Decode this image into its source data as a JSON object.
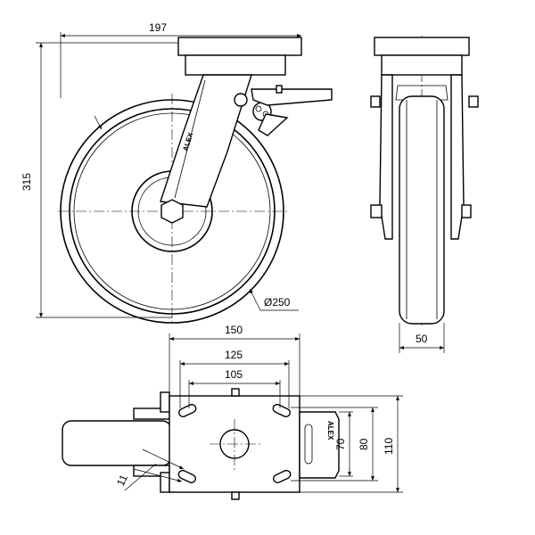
{
  "dimensions": {
    "overall_width": "197",
    "overall_height": "315",
    "wheel_diameter": "Ø250",
    "wheel_width": "50",
    "plate_length": "150",
    "bolt_spacing_outer": "125",
    "bolt_spacing_inner": "105",
    "bolt_hole_size": "11",
    "plate_width": "110",
    "bolt_spacing_cross_outer": "80",
    "bolt_spacing_cross_inner": "70"
  },
  "brand_mark": "ALEX"
}
